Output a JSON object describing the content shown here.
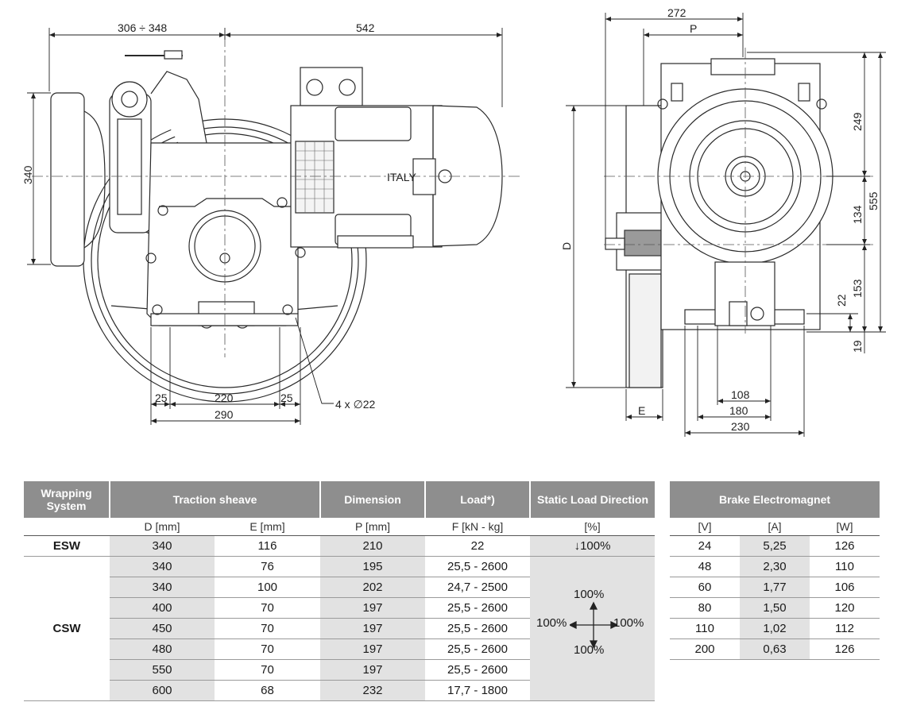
{
  "drawing": {
    "dims": {
      "top_left": "306 ÷ 348",
      "top_mid": "542",
      "left_height": "340",
      "b25a": "25",
      "b220": "220",
      "b25b": "25",
      "b290": "290",
      "holes": "4 x ∅22",
      "r272": "272",
      "rP": "P",
      "rD": "D",
      "rE": "E",
      "r249": "249",
      "r555": "555",
      "r134": "134",
      "r153": "153",
      "r22": "22",
      "r19": "19",
      "r108": "108",
      "r180": "180",
      "r230": "230"
    },
    "logo_text": "ITALY",
    "colors": {
      "line": "#2a2a2a",
      "light": "#c9c9c9",
      "shade": "#8e8e8e"
    }
  },
  "table_main": {
    "headers": [
      "Wrapping System",
      "Traction sheave",
      "Dimension",
      "Load*)",
      "Static Load Direction"
    ],
    "units": [
      "D [mm]",
      "E [mm]",
      "P [mm]",
      "F [kN - kg]",
      "[%]"
    ],
    "esw": {
      "label": "ESW",
      "row": [
        "340",
        "116",
        "210",
        "22"
      ],
      "direction": "100%"
    },
    "csw": {
      "label": "CSW",
      "rows": [
        [
          "340",
          "76",
          "195",
          "25,5 - 2600"
        ],
        [
          "340",
          "100",
          "202",
          "24,7 - 2500"
        ],
        [
          "400",
          "70",
          "197",
          "25,5 - 2600"
        ],
        [
          "450",
          "70",
          "197",
          "25,5 - 2600"
        ],
        [
          "480",
          "70",
          "197",
          "25,5 - 2600"
        ],
        [
          "550",
          "70",
          "197",
          "25,5 - 2600"
        ],
        [
          "600",
          "68",
          "232",
          "17,7 - 1800"
        ]
      ],
      "direction": {
        "up": "100%",
        "left": "100%",
        "right": "100%",
        "down": "100%"
      }
    }
  },
  "table_brake": {
    "title": "Brake Electromagnet",
    "units": [
      "[V]",
      "[A]",
      "[W]"
    ],
    "rows": [
      [
        "24",
        "5,25",
        "126"
      ],
      [
        "48",
        "2,30",
        "110"
      ],
      [
        "60",
        "1,77",
        "106"
      ],
      [
        "80",
        "1,50",
        "120"
      ],
      [
        "110",
        "1,02",
        "112"
      ],
      [
        "200",
        "0,63",
        "126"
      ]
    ]
  }
}
